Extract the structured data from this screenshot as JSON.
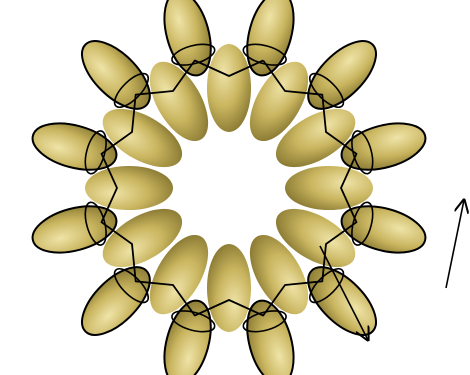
{
  "diagram": {
    "kind": "beadwork-thread-path",
    "inner_bead_count": 12,
    "outer_bead_count": 12,
    "colors": {
      "bead_light": "#e9dd9a",
      "bead_mid": "#c9b55f",
      "bead_dark": "#8a7a33",
      "outline": "#000000",
      "thread": "#000000",
      "background": "#ffffff"
    },
    "arrows": [
      {
        "name": "exit-arrow",
        "direction": "down-right"
      },
      {
        "name": "entry-arrow",
        "direction": "up-right"
      }
    ],
    "icons": {
      "inner_bead": "bead-icon",
      "outer_bead": "outlined-bead-icon"
    }
  }
}
